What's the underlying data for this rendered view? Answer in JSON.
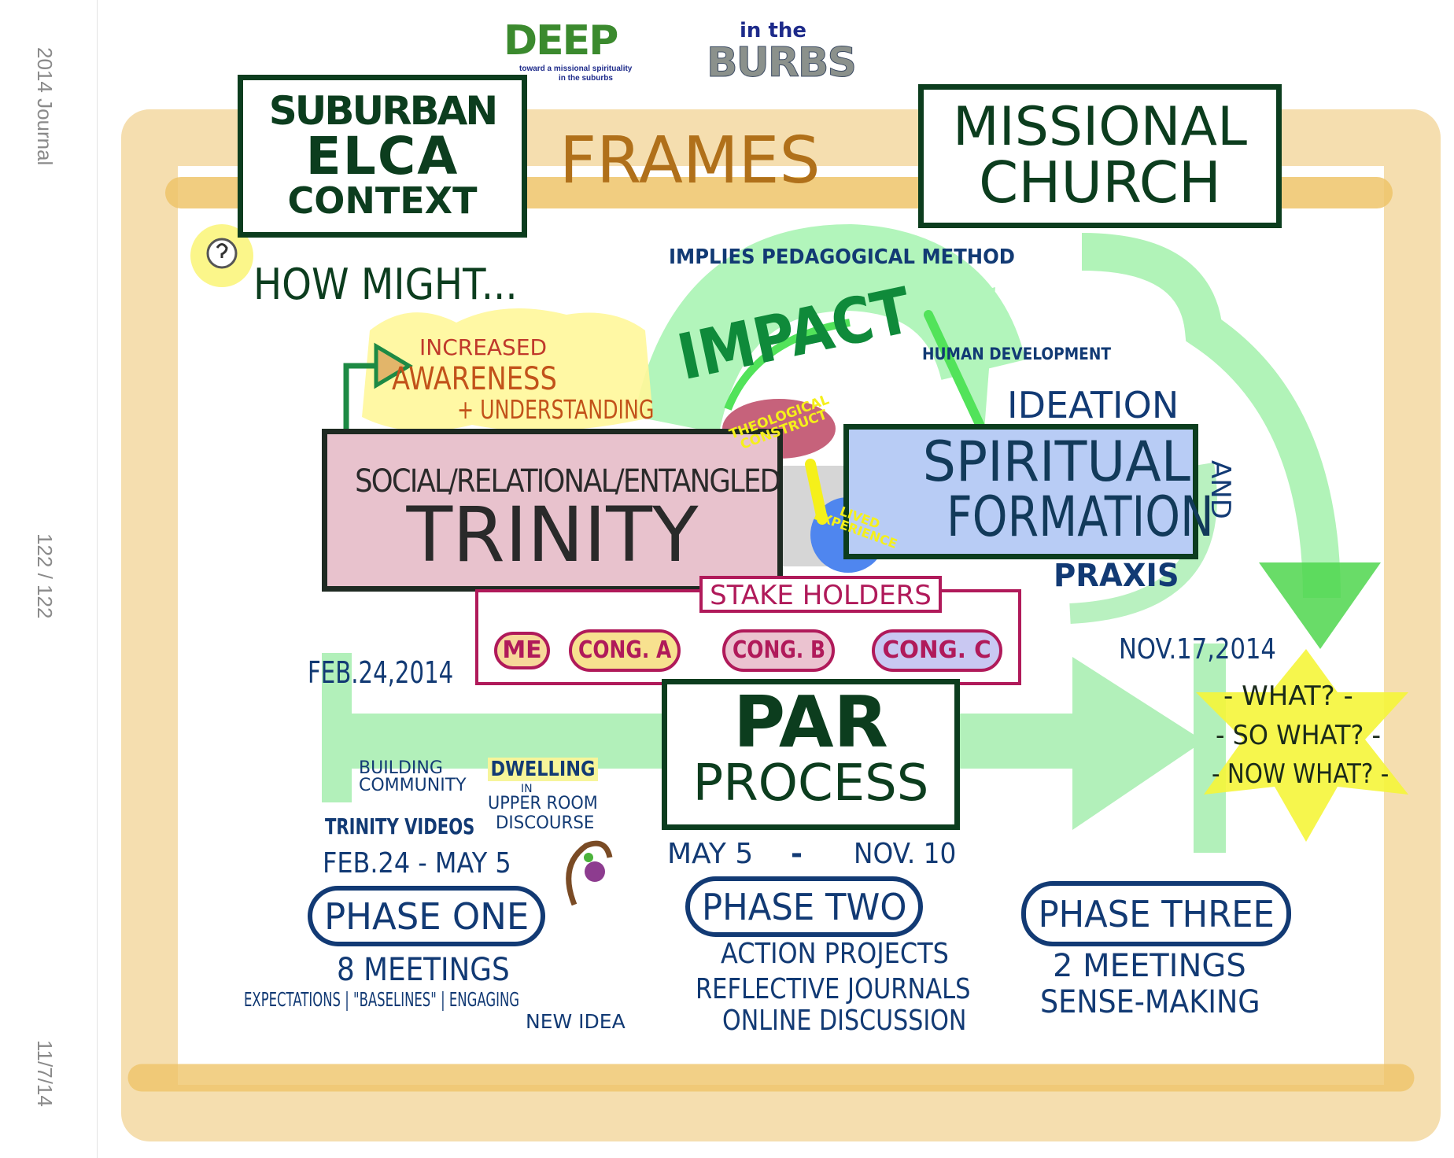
{
  "sidebar": {
    "journal_title": "2014 Journal",
    "page_counter": "122 / 122",
    "date": "11/7/14"
  },
  "logo": {
    "word1": "DEEP",
    "word2": "in the",
    "word3": "BURBS",
    "tagline1": "toward a missional spirituality",
    "tagline2": "in the suburbs"
  },
  "frame": {
    "left_box": [
      "SUBURBAN",
      "ELCA",
      "CONTEXT"
    ],
    "center": "FRAMES",
    "right_box": [
      "MISSIONAL",
      "CHURCH"
    ]
  },
  "how_might": "HOW MIGHT...",
  "awareness": {
    "line1": "INCREASED",
    "line2": "AWARENESS",
    "line3": "+ UNDERSTANDING"
  },
  "impact": {
    "title": "IMPACT",
    "outer_arc": "IMPLIES PEDAGOGICAL METHOD",
    "inner_arc": "HUMAN DEVELOPMENT"
  },
  "trinity": {
    "subtitle": "SOCIAL/RELATIONAL/ENTANGLED",
    "title": "TRINITY"
  },
  "bubbles": {
    "theological": "THEOLOGICAL CONSTRUCT",
    "lived": "LIVED EXPERIENCE"
  },
  "formation": {
    "line1": "SPIRITUAL",
    "line2": "FORMATION",
    "top": "IDEATION",
    "side": "AND",
    "bottom": "PRAXIS"
  },
  "stakeholders": {
    "label": "STAKE HOLDERS",
    "items": [
      "ME",
      "CONG. A",
      "CONG. B",
      "CONG. C"
    ]
  },
  "timeline": {
    "start": "FEB.24,2014",
    "end": "NOV.17,2014"
  },
  "par": {
    "line1": "PAR",
    "line2": "PROCESS"
  },
  "questions": [
    "- WHAT? -",
    "- SO WHAT? -",
    "- NOW WHAT? -"
  ],
  "phase_one": {
    "notes": {
      "building": "BUILDING COMMUNITY",
      "dwelling": "DWELLING",
      "in": "IN",
      "upper": "UPPER ROOM",
      "discourse": "DISCOURSE",
      "videos": "TRINITY VIDEOS"
    },
    "dates": "FEB.24 - MAY 5",
    "label": "PHASE ONE",
    "meetings": "8 MEETINGS",
    "details": "EXPECTATIONS | \"BASELINES\" | ENGAGING",
    "details2": "NEW IDEA"
  },
  "phase_two": {
    "dates_start": "MAY 5",
    "dash": "-",
    "dates_end": "NOV. 10",
    "label": "PHASE TWO",
    "items": [
      "ACTION PROJECTS",
      "REFLECTIVE JOURNALS",
      "ONLINE DISCUSSION"
    ]
  },
  "phase_three": {
    "label": "PHASE THREE",
    "items": [
      "2 MEETINGS",
      "SENSE-MAKING"
    ]
  },
  "colors": {
    "frame": "#efc56a",
    "green": "#9ef0a6",
    "pink": "#e8c2cd",
    "blue": "#b8ccf5",
    "navy": "#123a74",
    "dark_green": "#0c3d1e"
  }
}
